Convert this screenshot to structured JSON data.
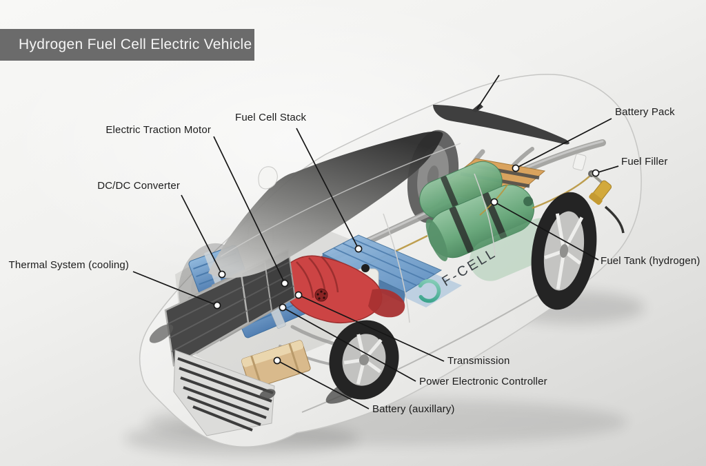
{
  "title_bar": {
    "text": "Hydrogen Fuel Cell Electric Vehicle"
  },
  "diagram": {
    "vehicle_badge": "F-CELL",
    "annotations": [
      {
        "id": "electric-traction-motor",
        "label": "Electric Traction Motor"
      },
      {
        "id": "fuel-cell-stack",
        "label": "Fuel Cell Stack"
      },
      {
        "id": "battery-pack",
        "label": "Battery Pack"
      },
      {
        "id": "fuel-filler",
        "label": "Fuel Filler"
      },
      {
        "id": "dc-dc-converter",
        "label": "DC/DC Converter"
      },
      {
        "id": "fuel-tank-hydrogen",
        "label": "Fuel Tank (hydrogen)"
      },
      {
        "id": "thermal-system-cooling",
        "label": "Thermal System (cooling)"
      },
      {
        "id": "transmission",
        "label": "Transmission"
      },
      {
        "id": "power-electronic-controller",
        "label": "Power Electronic Controller"
      },
      {
        "id": "battery-auxillary",
        "label": "Battery (auxillary)"
      }
    ],
    "colors": {
      "background_top": "#f8f8f6",
      "background_bottom": "#d4d4d2",
      "title_bar_bg": "#6b6b6b",
      "title_bar_text": "#f5f5f5",
      "label_text": "#1b1b1b",
      "fuel_cell_blue": "#6b9fd0",
      "traction_motor_red": "#cc4444",
      "hydrogen_tank_green": "#74b084",
      "battery_pack_orange": "#d9a35e",
      "aux_battery_tan": "#d9ba8c",
      "thermal_system_gray": "#474747",
      "fcell_logo_teal": "#35a189"
    }
  }
}
